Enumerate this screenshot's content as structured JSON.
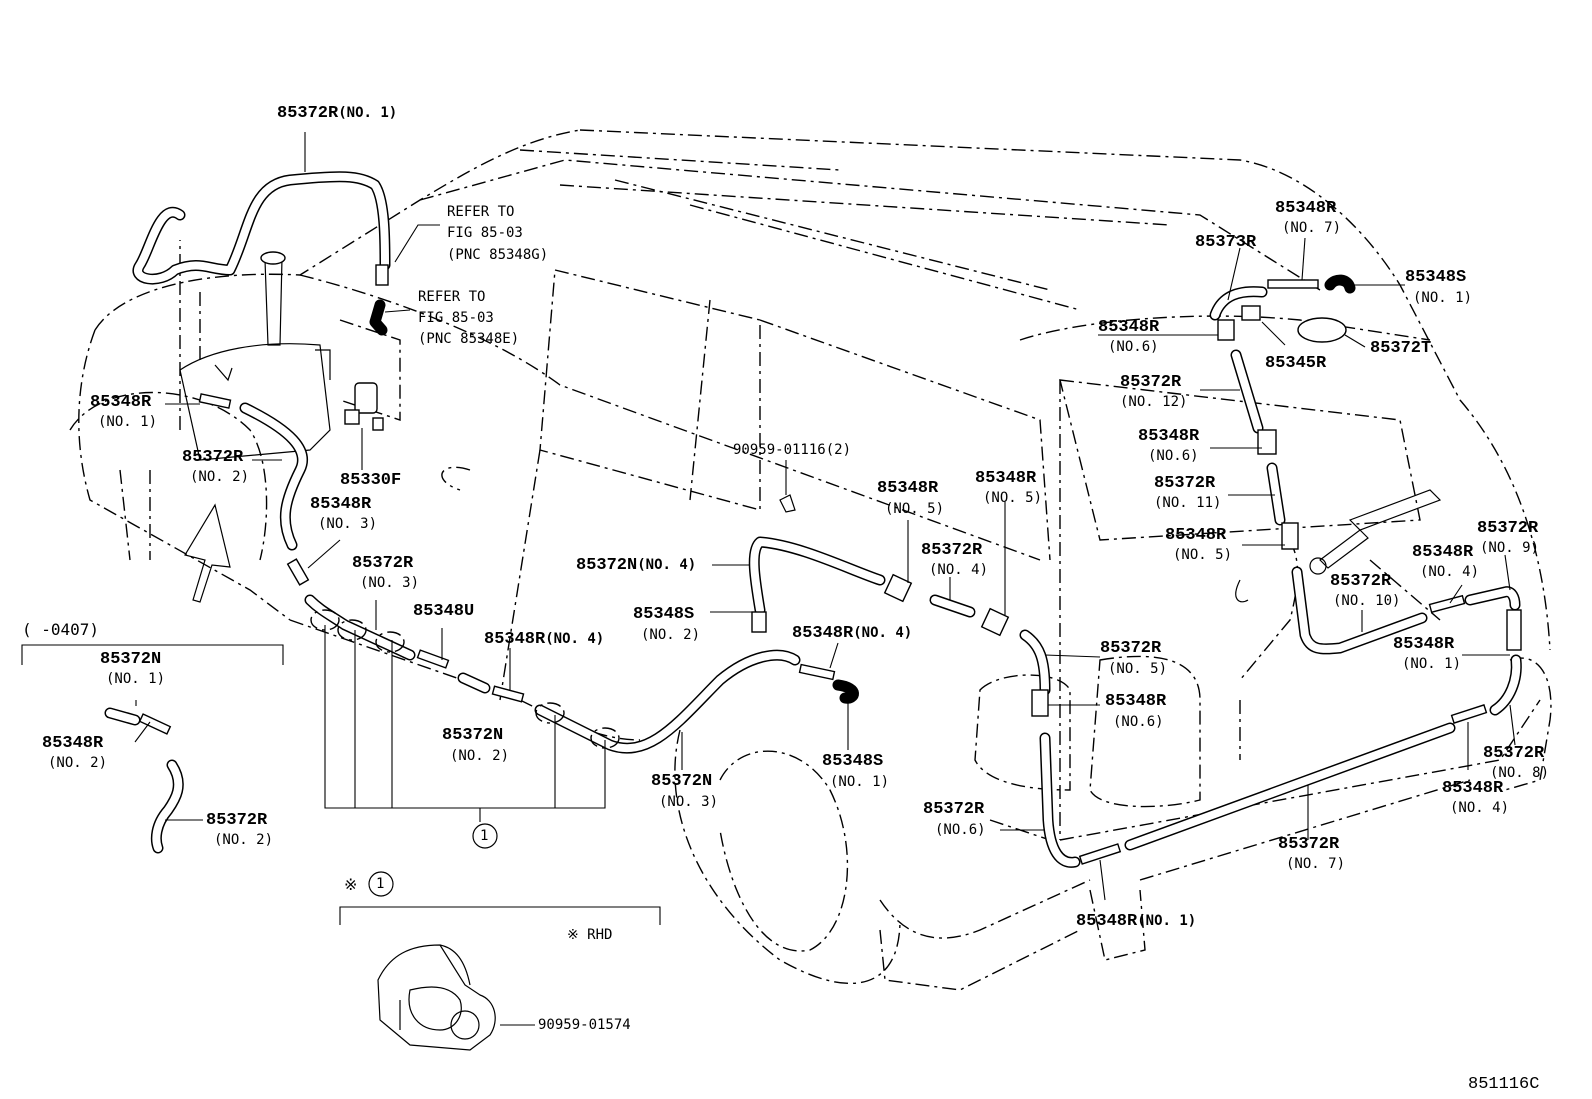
{
  "diagram": {
    "code": "851116C",
    "labels": {
      "l_85372R_1": "85372R",
      "l_85372R_1_no": "(NO. 1)",
      "l_refer1": "REFER TO",
      "l_fig1": "FIG 85-03",
      "l_pnc1": "(PNC 85348G)",
      "l_refer2": "REFER TO",
      "l_fig2": "FIG 85-03",
      "l_pnc2": "(PNC 85348E)",
      "l_85348R_1": "85348R",
      "l_85348R_1_no": "(NO. 1)",
      "l_85372R_2": "85372R",
      "l_85372R_2_no": "(NO. 2)",
      "l_85330F": "85330F",
      "l_85348R_3": "85348R",
      "l_85348R_3_no": "(NO. 3)",
      "l_85372R_3": "85372R",
      "l_85372R_3_no": "(NO. 3)",
      "l_85348U": "85348U",
      "l_85348R_4a": "85348R",
      "l_85348R_4a_no": "(NO. 4)",
      "l_85372N_2": "85372N",
      "l_85372N_2_no": "(NO. 2)",
      "l_85372N_4": "85372N",
      "l_85372N_4_no": "(NO. 4)",
      "l_85348S_2": "85348S",
      "l_85348S_2_no": "(NO. 2)",
      "l_85348R_4b": "85348R",
      "l_85348R_4b_no": "(NO. 4)",
      "l_85372N_3": "85372N",
      "l_85372N_3_no": "(NO. 3)",
      "l_85348S_1": "85348S",
      "l_85348S_1_no": "(NO. 1)",
      "l_clip": "90959-01116(2)",
      "l_85348R_5a": "85348R",
      "l_85348R_5a_no": "(NO. 5)",
      "l_85348R_5b": "85348R",
      "l_85348R_5b_no": "(NO. 5)",
      "l_85372R_4": "85372R",
      "l_85372R_4_no": "(NO. 4)",
      "l_85372R_5": "85372R",
      "l_85372R_5_no": "(NO. 5)",
      "l_85348R_6c": "85348R",
      "l_85348R_6c_no": "(NO.6)",
      "l_85372R_6": "85372R",
      "l_85372R_6_no": "(NO.6)",
      "l_85348R_1b": "85348R",
      "l_85348R_1b_no": "(NO. 1)",
      "l_85373R": "85373R",
      "l_85348R_7": "85348R",
      "l_85348R_7_no": "(NO. 7)",
      "l_85348S_1r": "85348S",
      "l_85348S_1r_no": "(NO. 1)",
      "l_85348R_6a": "85348R",
      "l_85348R_6a_no": "(NO.6)",
      "l_85345R": "85345R",
      "l_85372T": "85372T",
      "l_85372R_12": "85372R",
      "l_85372R_12_no": "(NO. 12)",
      "l_85348R_6b": "85348R",
      "l_85348R_6b_no": "(NO.6)",
      "l_85372R_11": "85372R",
      "l_85372R_11_no": "(NO. 11)",
      "l_85348R_5c": "85348R",
      "l_85348R_5c_no": "(NO. 5)",
      "l_85372R_9": "85372R",
      "l_85372R_9_no": "(NO. 9)",
      "l_85348R_4c": "85348R",
      "l_85348R_4c_no": "(NO. 4)",
      "l_85372R_10": "85372R",
      "l_85372R_10_no": "(NO. 10)",
      "l_85348R_1c": "85348R",
      "l_85348R_1c_no": "(NO. 1)",
      "l_85372R_8": "85372R",
      "l_85372R_8_no": "(NO. 8)",
      "l_85348R_4d": "85348R",
      "l_85348R_4d_no": "(NO. 4)",
      "l_85372R_7": "85372R",
      "l_85372R_7_no": "(NO. 7)",
      "l_variant": "(     -0407)",
      "l_85372N_1": "85372N",
      "l_85372N_1_no": "(NO. 1)",
      "l_85348R_2": "85348R",
      "l_85348R_2_no": "(NO. 2)",
      "l_85372R_2b": "85372R",
      "l_85372R_2b_no": "(NO. 2)",
      "l_callout": "1",
      "l_note_mark": "※",
      "l_note_num": "1",
      "l_rhd": "※ RHD",
      "l_clamp": "90959-01574"
    }
  }
}
